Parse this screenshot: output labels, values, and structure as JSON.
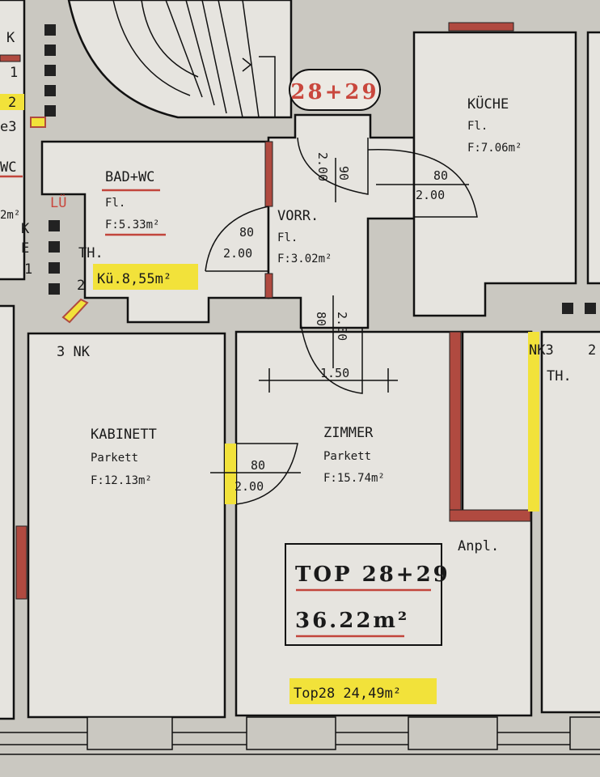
{
  "plan": {
    "unit_badge": "28+29",
    "rooms": {
      "bad": {
        "name": "BAD+WC",
        "floor": "Fl.",
        "area": "F:5.33m²"
      },
      "vorr": {
        "name": "VORR.",
        "floor": "Fl.",
        "area": "F:3.02m²"
      },
      "kueche": {
        "name": "KÜCHE",
        "floor": "Fl.",
        "area": "F:7.06m²"
      },
      "kabinett": {
        "name": "KABINETT",
        "floor": "Parkett",
        "area": "F:12.13m²"
      },
      "zimmer": {
        "name": "ZIMMER",
        "floor": "Parkett",
        "area": "F:15.74m²"
      }
    },
    "doors": {
      "bad_door": {
        "width": "80",
        "height": "2.00"
      },
      "entry_door": {
        "width": "90",
        "height": "2.00"
      },
      "kueche_door": {
        "width": "80",
        "height": "2.00"
      },
      "zimmer_door": {
        "width": "80",
        "height": "2.00"
      },
      "kabinett_door": {
        "width": "80",
        "height": "2.00"
      }
    },
    "dimension_150": "1.50",
    "highlight_kue": "Kü.8,55m²",
    "highlight_top28": "Top28 24,49m²",
    "summary": {
      "title": "TOP 28+29",
      "area": "36.22m²"
    },
    "annotations": {
      "lu": "LÜ",
      "th_left": "TH.",
      "two_left": "2",
      "three_nk": "3 NK",
      "nk3_right": "NK3",
      "two_right": "2",
      "th_right": "TH.",
      "anpl": "Anpl.",
      "ke_left": [
        "K",
        "E",
        "1"
      ],
      "k_top": "K",
      "num_1": "1",
      "num_2": "2",
      "e3": "e3",
      "wc_left": "WC",
      "m2_left": "2m²"
    }
  }
}
